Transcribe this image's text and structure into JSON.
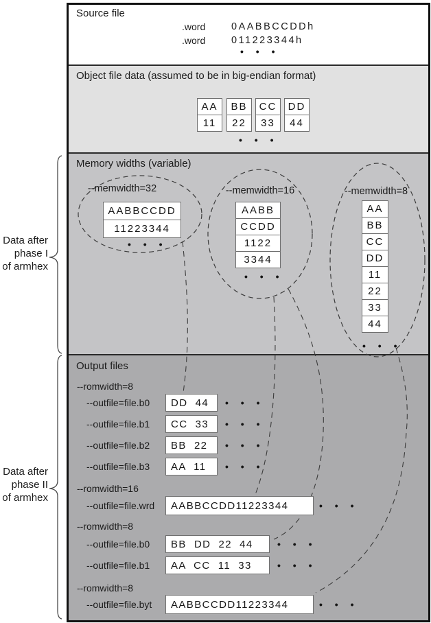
{
  "dots": "• • •",
  "colors": {
    "source-bg": "#ffffff",
    "object-bg": "#e1e1e1",
    "memory-bg": "#c4c4c6",
    "output-bg": "#ababad",
    "frame": "#111111",
    "divider": "#2a2a2a",
    "box-border": "#6f6f6f",
    "ink": "#1c1c1c",
    "dash": "#3c3c3c"
  },
  "source": {
    "title": "Source file",
    "rows": [
      {
        "directive": ".word",
        "value": "0AABBCCDDh"
      },
      {
        "directive": ".word",
        "value": "011223344h"
      }
    ]
  },
  "object": {
    "title": "Object file data (assumed to be in big-endian format)",
    "columns": [
      [
        "AA",
        "11"
      ],
      [
        "BB",
        "22"
      ],
      [
        "CC",
        "33"
      ],
      [
        "DD",
        "44"
      ]
    ]
  },
  "memory": {
    "title": "Memory widths (variable)",
    "m32": {
      "label": "--memwidth=32",
      "cells": [
        "AABBCCDD",
        "11223344"
      ]
    },
    "m16": {
      "label": "--memwidth=16",
      "cells": [
        "AABB",
        "CCDD",
        "1122",
        "3344"
      ]
    },
    "m8": {
      "label": "--memwidth=8",
      "cells": [
        "AA",
        "BB",
        "CC",
        "DD",
        "11",
        "22",
        "33",
        "44"
      ]
    }
  },
  "output": {
    "title": "Output files",
    "groups": [
      {
        "romwidth": "--romwidth=8",
        "rows": [
          {
            "label": "--outfile=file.b0",
            "value": "DD  44"
          },
          {
            "label": "--outfile=file.b1",
            "value": "CC  33"
          },
          {
            "label": "--outfile=file.b2",
            "value": "BB  22"
          },
          {
            "label": "--outfile=file.b3",
            "value": "AA  11"
          }
        ]
      },
      {
        "romwidth": "--romwidth=16",
        "rows": [
          {
            "label": "--outfile=file.wrd",
            "value": "AABBCCDD11223344"
          }
        ]
      },
      {
        "romwidth": "--romwidth=8",
        "rows": [
          {
            "label": "--outfile=file.b0",
            "value": "BB  DD  22  44"
          },
          {
            "label": "--outfile=file.b1",
            "value": "AA  CC  11  33"
          }
        ]
      },
      {
        "romwidth": "--romwidth=8",
        "rows": [
          {
            "label": "--outfile=file.byt",
            "value": "AABBCCDD11223344"
          }
        ]
      }
    ]
  },
  "annotations": {
    "phase1": {
      "line1": "Data after",
      "line2": "phase I",
      "line3": "of armhex"
    },
    "phase2": {
      "line1": "Data after",
      "line2": "phase II",
      "line3": "of armhex"
    }
  }
}
